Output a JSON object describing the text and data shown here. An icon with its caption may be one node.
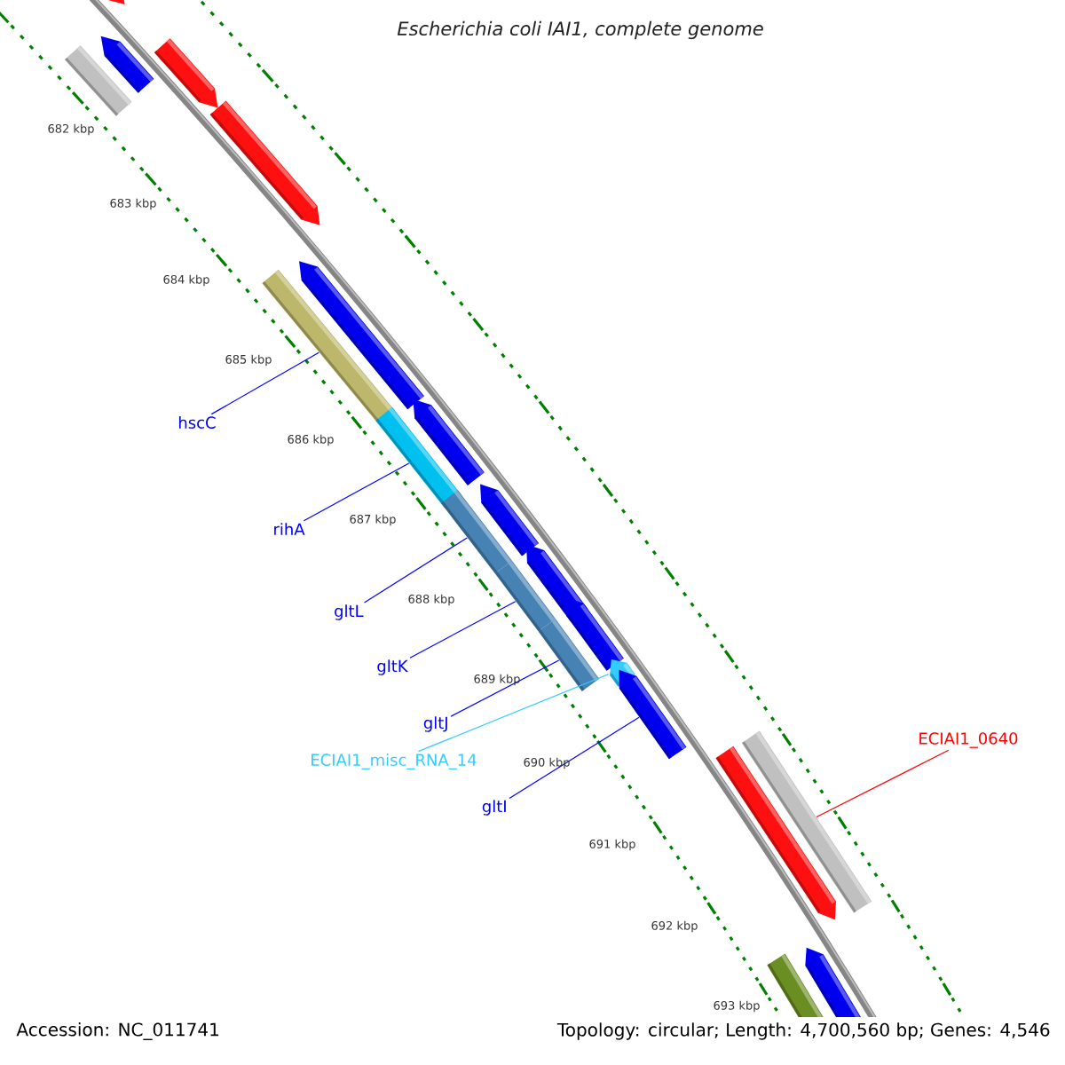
{
  "diagram": {
    "title": "Escherichia coli IAI1, complete genome",
    "nodes": [
      {
        "text": [
          "hscC"
        ]
      },
      {
        "text": [
          "rihA"
        ]
      },
      {
        "text": [
          "gltL"
        ]
      },
      {
        "text": [
          "gltK"
        ]
      },
      {
        "text": [
          "gltJ"
        ]
      },
      {
        "text": [
          "ECIAI1_misc_RNA_14"
        ]
      },
      {
        "text": [
          "gltI"
        ]
      },
      {
        "text": [
          "ECIAI1_0640"
        ]
      },
      {
        "text": [],
        "shape": "bar"
      },
      {
        "text": [],
        "shape": "bar"
      },
      {
        "text": [],
        "shape": "bar"
      },
      {
        "text": [],
        "shape": "bar"
      },
      {
        "text": [],
        "shape": "bar"
      },
      {
        "text": [],
        "shape": "bar"
      },
      {
        "text": [],
        "shape": "bar"
      },
      {
        "text": [],
        "shape": "bar"
      }
    ],
    "edges": [
      {
        "from": 0,
        "to": 8,
        "arrow": "none"
      },
      {
        "from": 1,
        "to": 9,
        "arrow": "none"
      },
      {
        "from": 2,
        "to": 10,
        "arrow": "none"
      },
      {
        "from": 3,
        "to": 11,
        "arrow": "none"
      },
      {
        "from": 4,
        "to": 12,
        "arrow": "none"
      },
      {
        "from": 5,
        "to": 13,
        "arrow": "none",
        "color": "#33ccff"
      },
      {
        "from": 6,
        "to": 14,
        "arrow": "none"
      },
      {
        "from": 7,
        "to": 15,
        "arrow": "none",
        "color": "#ff0000"
      }
    ],
    "labels": [
      "682 kbp",
      "683 kbp",
      "684 kbp",
      "685 kbp",
      "686 kbp",
      "687 kbp",
      "688 kbp",
      "689 kbp",
      "690 kbp",
      "691 kbp",
      "692 kbp",
      "693 kbp",
      "Accession: NC_011741",
      "Topology: circular; Length: 4,700,560 bp; Genes: 4,546"
    ]
  }
}
